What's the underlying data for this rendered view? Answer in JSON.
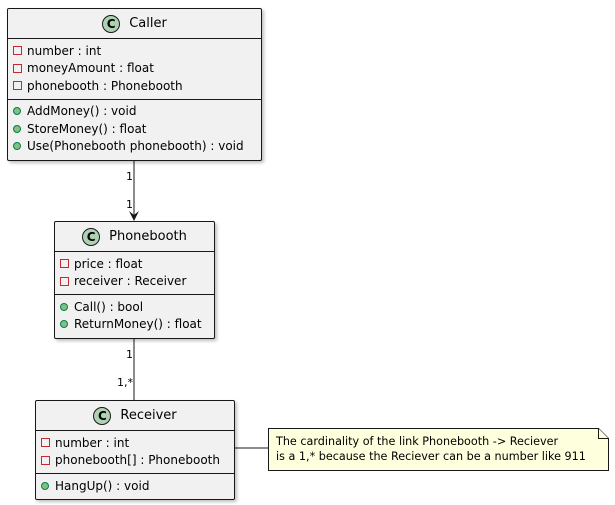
{
  "classes": {
    "caller": {
      "name": "Caller",
      "icon": "C",
      "fields": [
        {
          "vis": "private",
          "text": "number : int"
        },
        {
          "vis": "private",
          "text": "moneyAmount : float"
        },
        {
          "vis": "private",
          "text": "phonebooth : Phonebooth"
        }
      ],
      "methods": [
        {
          "vis": "public",
          "text": "AddMoney() : void"
        },
        {
          "vis": "public",
          "text": "StoreMoney() : float"
        },
        {
          "vis": "public",
          "text": "Use(Phonebooth phonebooth) : void"
        }
      ]
    },
    "phonebooth": {
      "name": "Phonebooth",
      "icon": "C",
      "fields": [
        {
          "vis": "private",
          "text": "price : float"
        },
        {
          "vis": "private",
          "text": "receiver : Receiver"
        }
      ],
      "methods": [
        {
          "vis": "public",
          "text": "Call() : bool"
        },
        {
          "vis": "public",
          "text": "ReturnMoney() : float"
        }
      ]
    },
    "receiver": {
      "name": "Receiver",
      "icon": "C",
      "fields": [
        {
          "vis": "private",
          "text": "number : int"
        },
        {
          "vis": "private",
          "text": "phonebooth[] : Phonebooth"
        }
      ],
      "methods": [
        {
          "vis": "public",
          "text": "HangUp() : void"
        }
      ]
    }
  },
  "edges": {
    "caller_phonebooth": {
      "from_mult": "1",
      "to_mult": "1"
    },
    "phonebooth_receiver": {
      "from_mult": "1",
      "to_mult": "1,*"
    }
  },
  "note": {
    "line1": "The cardinality of the link Phonebooth -> Reciever",
    "line2": "is a 1,* because the Reciever can be a number like 911"
  },
  "colors": {
    "class_bg": "#f1f1f1",
    "class_icon": "#add1b2",
    "private_marker": "#c82930",
    "public_marker": "#84be84",
    "note_bg": "#feffdd"
  }
}
